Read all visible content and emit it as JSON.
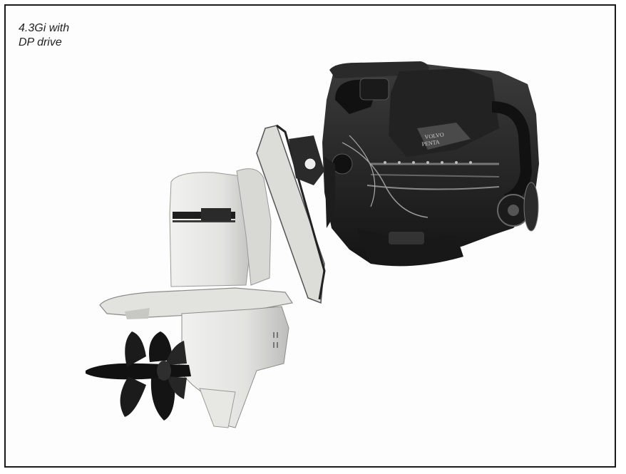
{
  "figure": {
    "caption_line1": "4.3Gi with",
    "caption_line2": "DP drive",
    "engine_brand_plate": "VOLVO PENTA",
    "colors": {
      "border": "#1a1a1a",
      "background": "#fdfdfd",
      "engine_dark": "#1c1c1c",
      "engine_mid": "#3a3a3a",
      "drive_light": "#e8e8e6",
      "drive_shadow": "#b9b9b6"
    },
    "icons": [
      "engine-photo",
      "propeller-icon"
    ]
  }
}
